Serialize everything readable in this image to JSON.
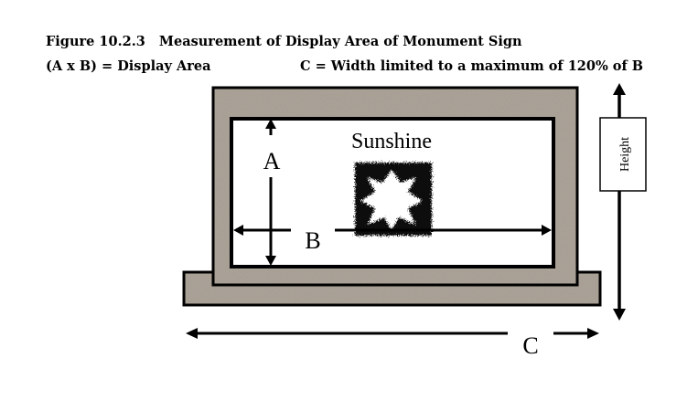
{
  "figure": {
    "number": "Figure 10.2.3",
    "title": "Measurement of Display Area of Monument Sign",
    "formula": "(A x B) = Display Area",
    "note": "C = Width limited to a maximum of 120% of B"
  },
  "diagram": {
    "sign_text": "Sunshine",
    "label_a": "A",
    "label_b": "B",
    "label_c": "C",
    "label_height": "Height"
  },
  "colors": {
    "stone": "#a39a8e",
    "frame": "#000000",
    "background": "#ffffff"
  }
}
